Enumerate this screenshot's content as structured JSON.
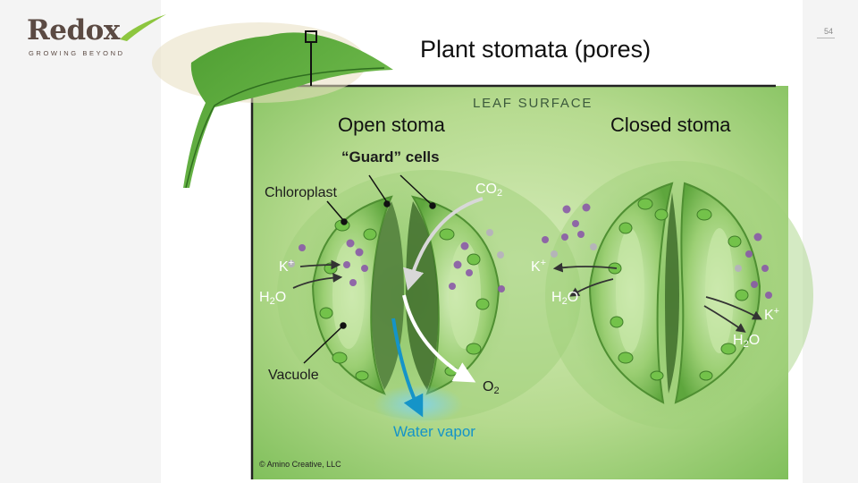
{
  "slide": {
    "title": "Plant stomata (pores)",
    "page_number": "54"
  },
  "logo": {
    "wordmark": "Redox",
    "tagline": "GROWING BEYOND",
    "accent_color": "#8dc63f"
  },
  "diagram": {
    "header": "LEAF SURFACE",
    "open_title": "Open stoma",
    "closed_title": "Closed stoma",
    "labels": {
      "guard_cells": "“Guard” cells",
      "chloroplast": "Chloroplast",
      "vacuole": "Vacuole",
      "water_vapor": "Water vapor"
    },
    "chemistry": {
      "k_base": "K",
      "k_charge": "+",
      "h": "H",
      "h_sub": "2",
      "o": "O",
      "co": "CO",
      "co_sub": "2",
      "o2_sub": "2"
    },
    "credit": "© Amino Creative, LLC"
  },
  "colors": {
    "leaf_green": "#5fb13f",
    "background_green": "#b9dc94",
    "water_vapor_blue": "#1594c8",
    "ion_purple": "#8a5aa8"
  }
}
